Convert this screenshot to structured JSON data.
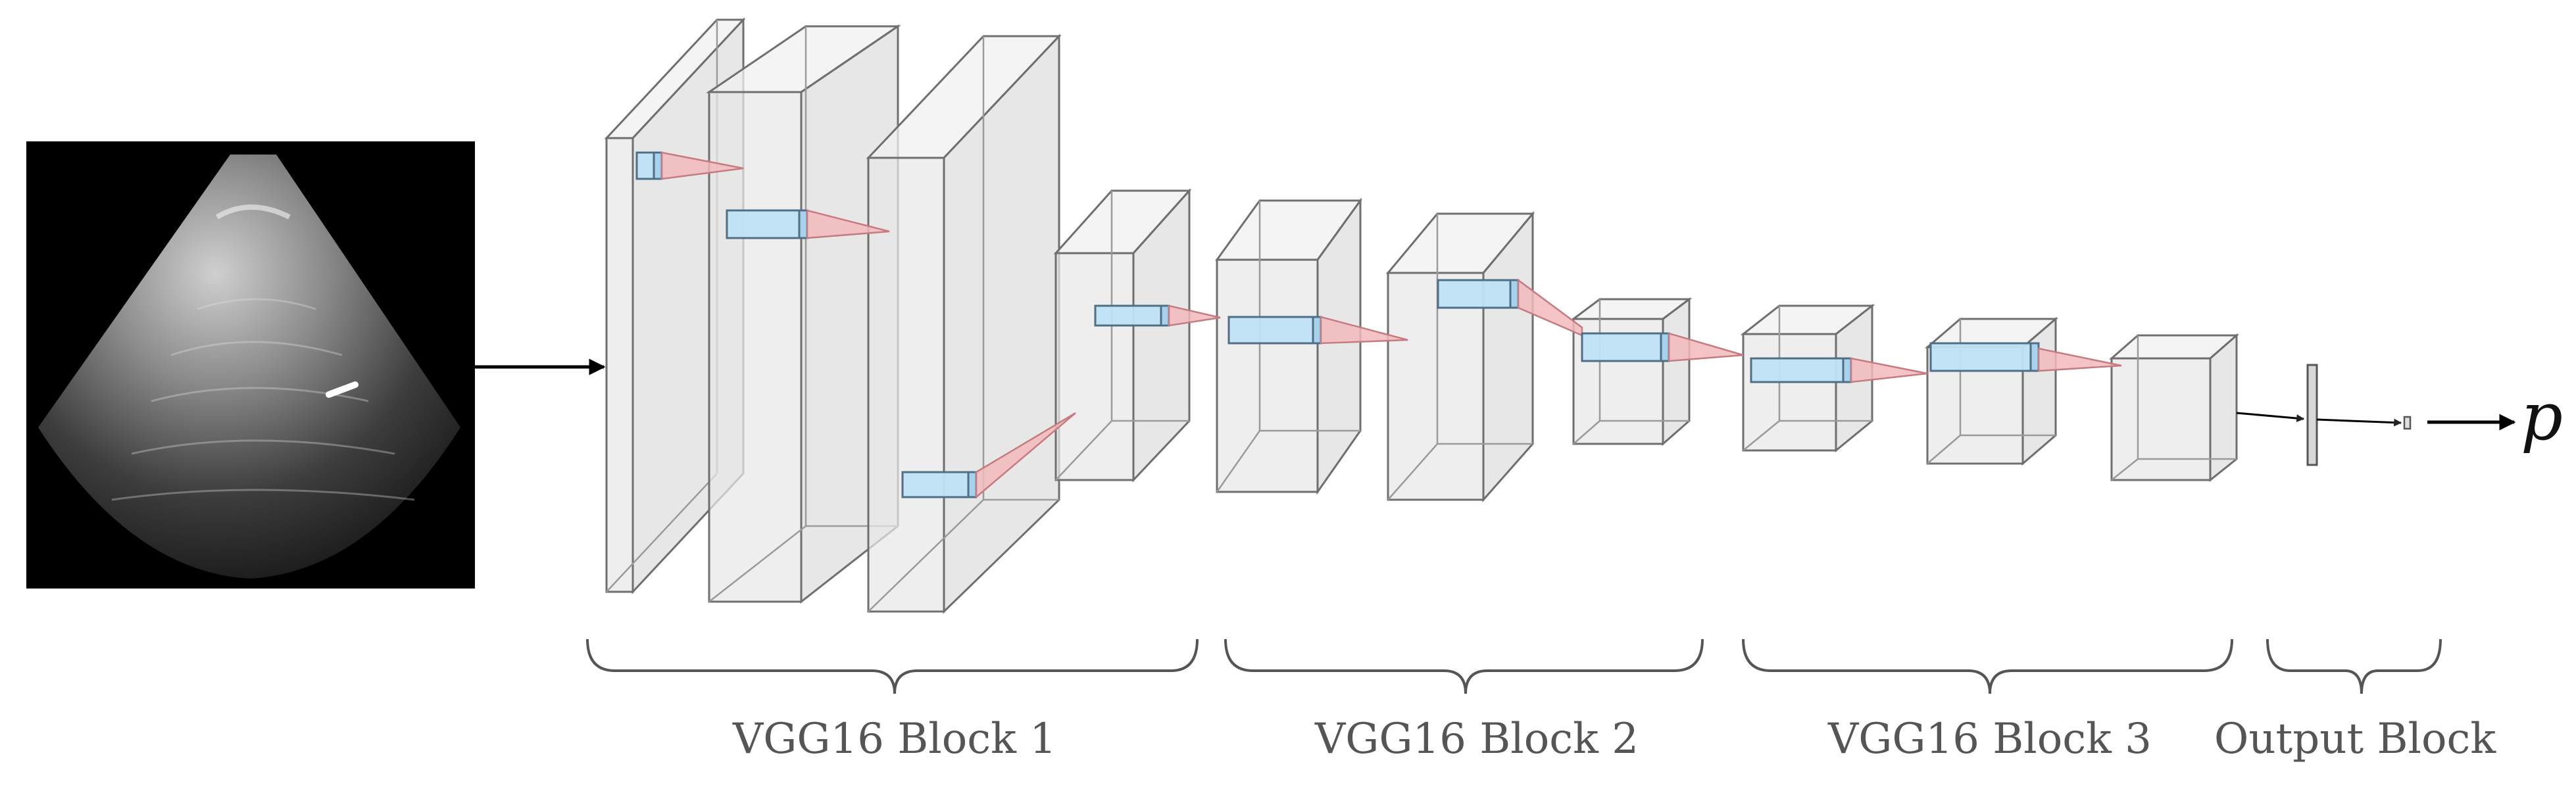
{
  "blocks": [
    {
      "label": "VGG16 Block 1"
    },
    {
      "label": "VGG16 Block 2"
    },
    {
      "label": "VGG16 Block 3"
    },
    {
      "label": "Output Block"
    }
  ],
  "output": {
    "label": "p"
  },
  "colors": {
    "layer_fill": "#e7e7e7",
    "layer_edge": "#6f6f6f",
    "kernel_fill": "#bfe0f5",
    "cone_fill": "#f2b9bc",
    "text": "#555555",
    "arrow": "#000000"
  }
}
